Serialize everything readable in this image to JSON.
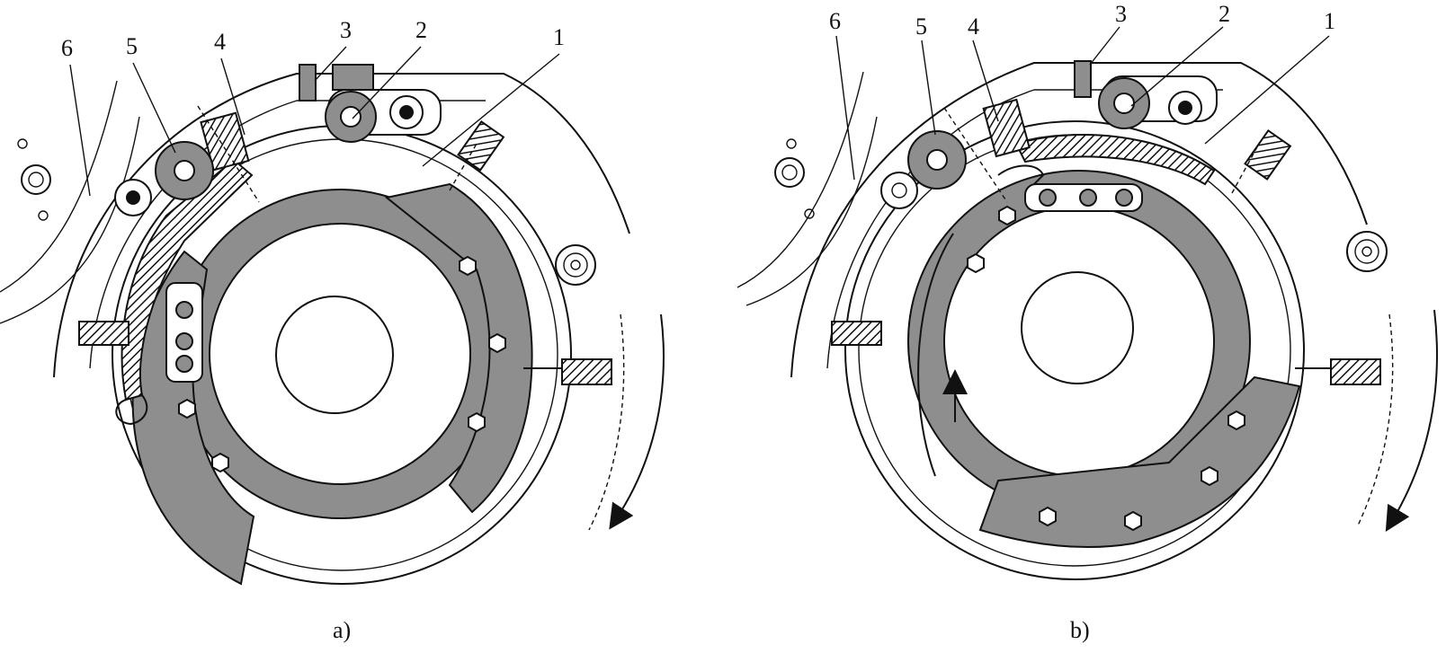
{
  "panels": [
    {
      "id": "a",
      "caption": "a)",
      "callouts": [
        "1",
        "2",
        "3",
        "4",
        "5",
        "6"
      ]
    },
    {
      "id": "b",
      "caption": "b)",
      "callouts": [
        "1",
        "2",
        "3",
        "4",
        "5",
        "6"
      ]
    }
  ],
  "colors": {
    "line": "#111111",
    "shade": "#8e8e8e",
    "background": "#ffffff"
  }
}
